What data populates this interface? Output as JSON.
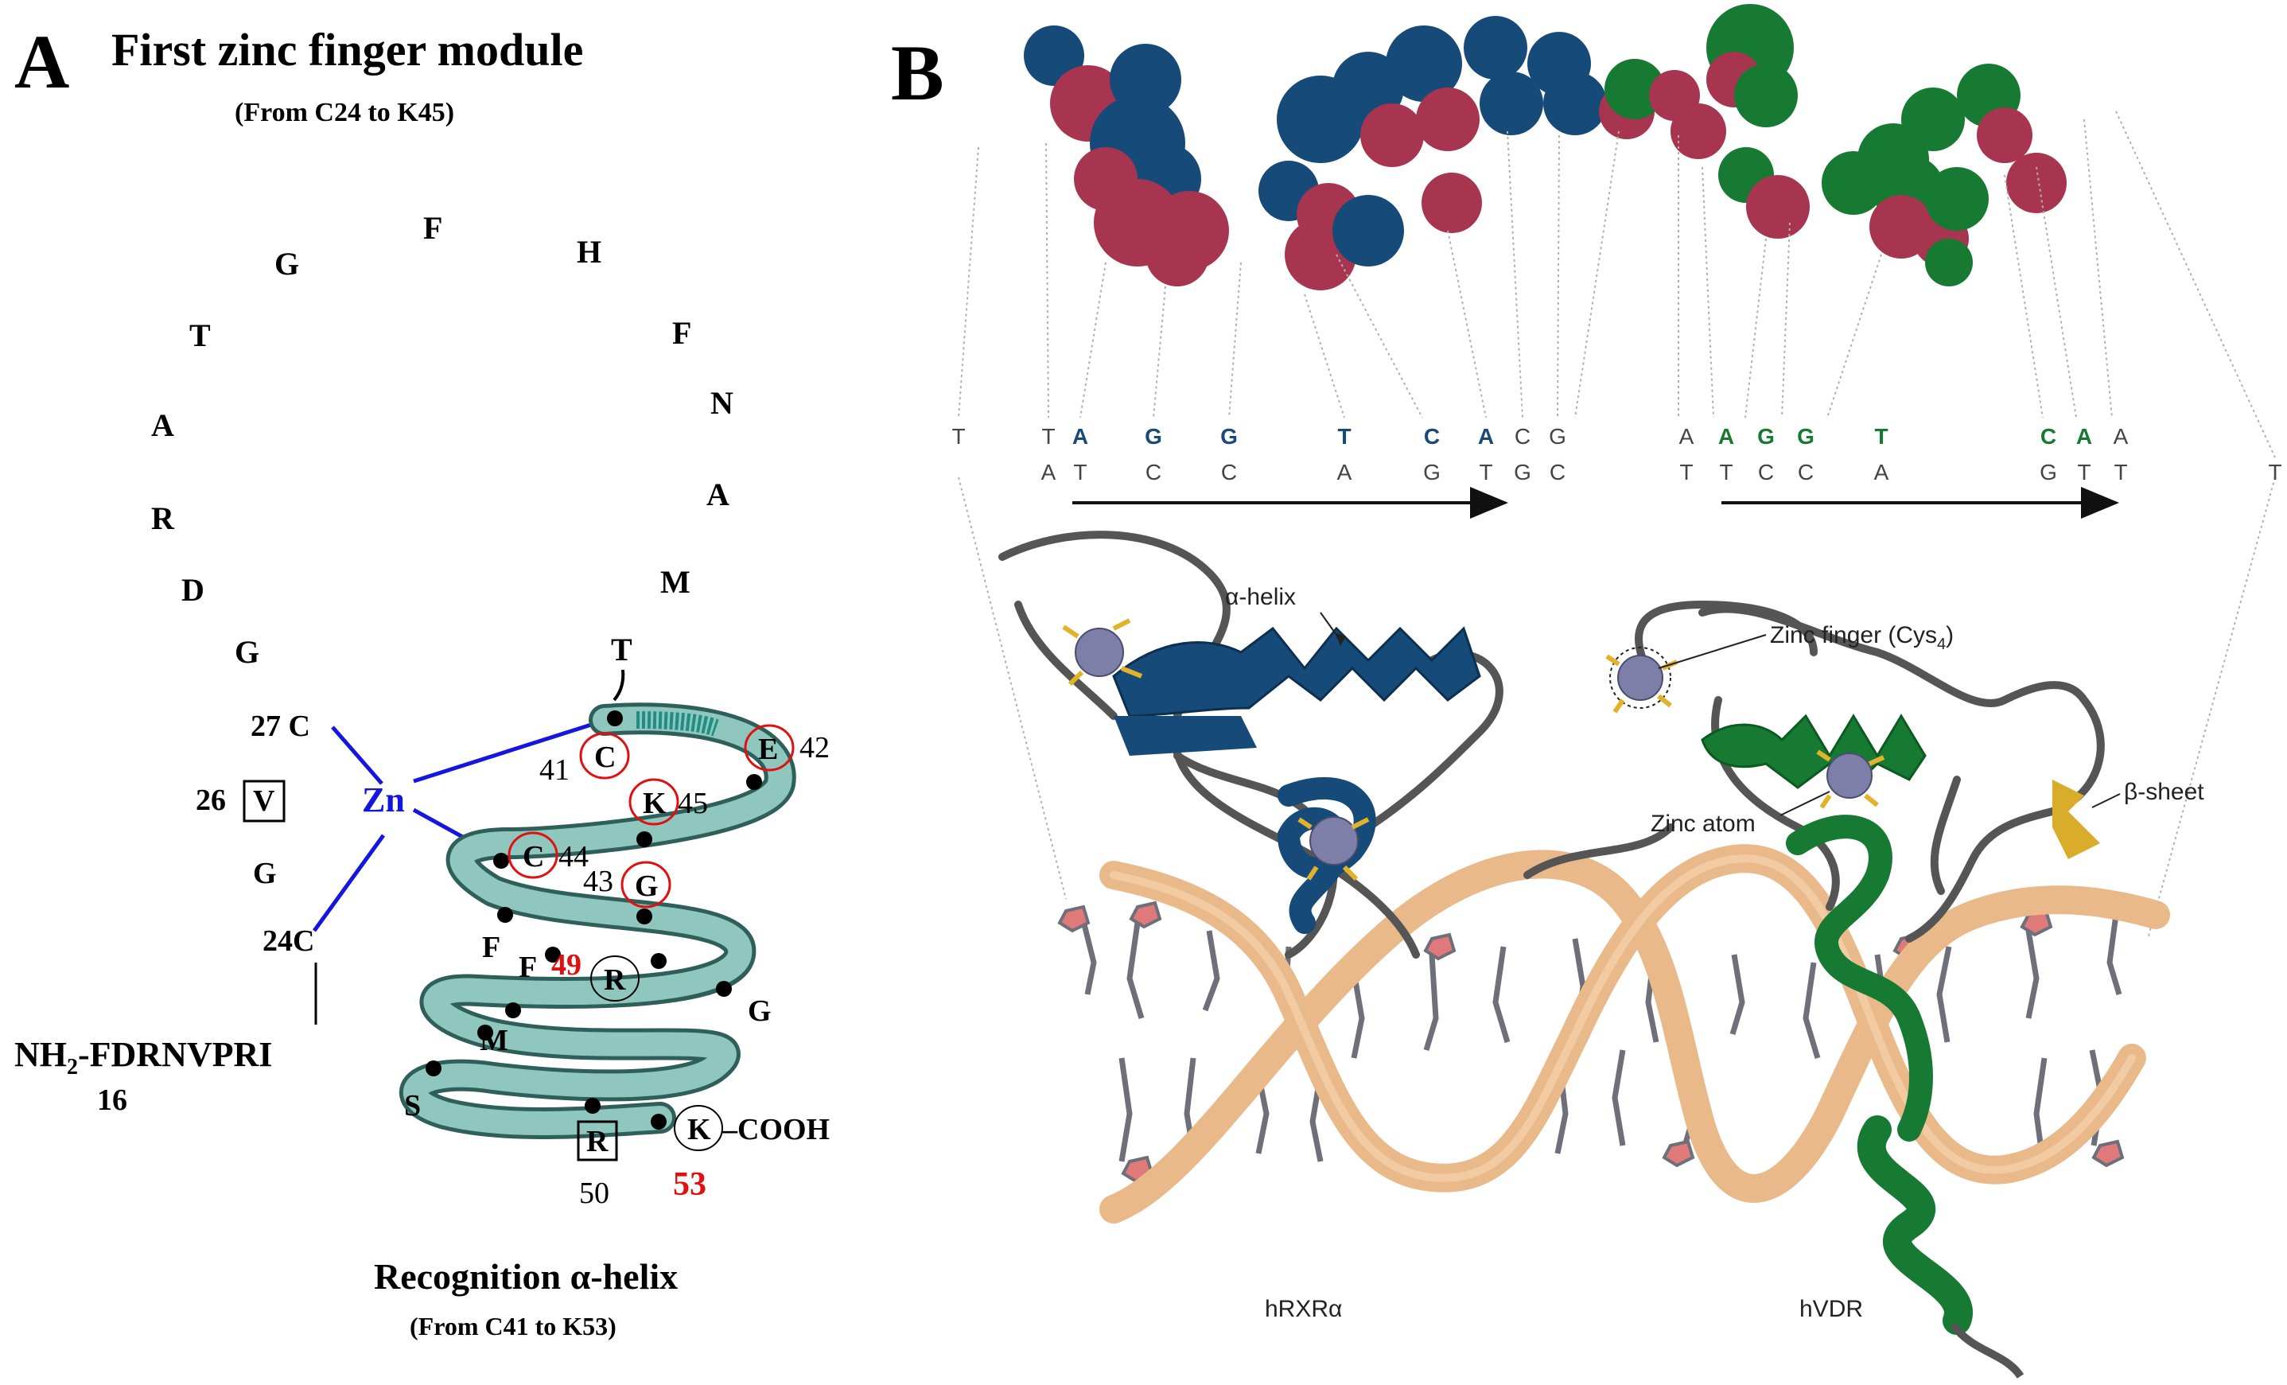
{
  "panel_a": {
    "letter": "A",
    "title": "First zinc finger module",
    "subtitle": "(From C24 to K45)",
    "loop_residues": [
      "G",
      "F",
      "H",
      "T",
      "F",
      "A",
      "N",
      "R",
      "A",
      "D",
      "M",
      "G",
      "T"
    ],
    "left_labels": {
      "c27": "27 C",
      "v26_num": "26",
      "v26": "V",
      "g": "G",
      "c24": "24C"
    },
    "zinc": "Zn",
    "nterm": {
      "prefix": "NH",
      "sub": "2",
      "seq": "-FDRNVPRI",
      "num": "16"
    },
    "helix_residues": {
      "c41_num": "41",
      "c41": "C",
      "e42": "E",
      "e42_num": "42",
      "k45": "K",
      "k45_num": "45",
      "c44": "C",
      "c44_num": "44",
      "g43_num": "43",
      "g43": "G",
      "f1": "F",
      "f2": "F",
      "r49_num": "49",
      "r49": "R",
      "g": "G",
      "m": "M",
      "s": "S",
      "r50": "R",
      "r50_num": "50",
      "k53": "K",
      "cooh": "–COOH",
      "k53_num": "53"
    },
    "caption": "Recognition α-helix",
    "caption_sub": "(From C41 to K53)"
  },
  "panel_b": {
    "letter": "B",
    "dna_top": [
      "T",
      "T",
      "A",
      "G",
      "G",
      "T",
      "C",
      "A",
      "C",
      "G",
      "A",
      "A",
      "G",
      "G",
      "T",
      "C",
      "A",
      "A"
    ],
    "dna_bottom": [
      "A",
      "T",
      "C",
      "C",
      "A",
      "G",
      "T",
      "G",
      "C",
      "T",
      "T",
      "C",
      "C",
      "A",
      "G",
      "T",
      "T",
      "T"
    ],
    "labels": {
      "alpha_helix": "α-helix",
      "zinc_finger": "Zinc finger (Cys",
      "zinc_finger_sub": "4",
      "zinc_finger_close": ")",
      "zinc_atom": "Zinc atom",
      "beta_sheet": "β-sheet",
      "hrxr": "hRXRα",
      "hvdr": "hVDR"
    },
    "colors": {
      "rxr": "#164a78",
      "vdr": "#177a32",
      "phosphate": "#a8354f",
      "dna_backbone": "#e9b98a",
      "zinc": "#7d7fa8",
      "loop": "#555555",
      "beta": "#d9ac2a"
    }
  }
}
